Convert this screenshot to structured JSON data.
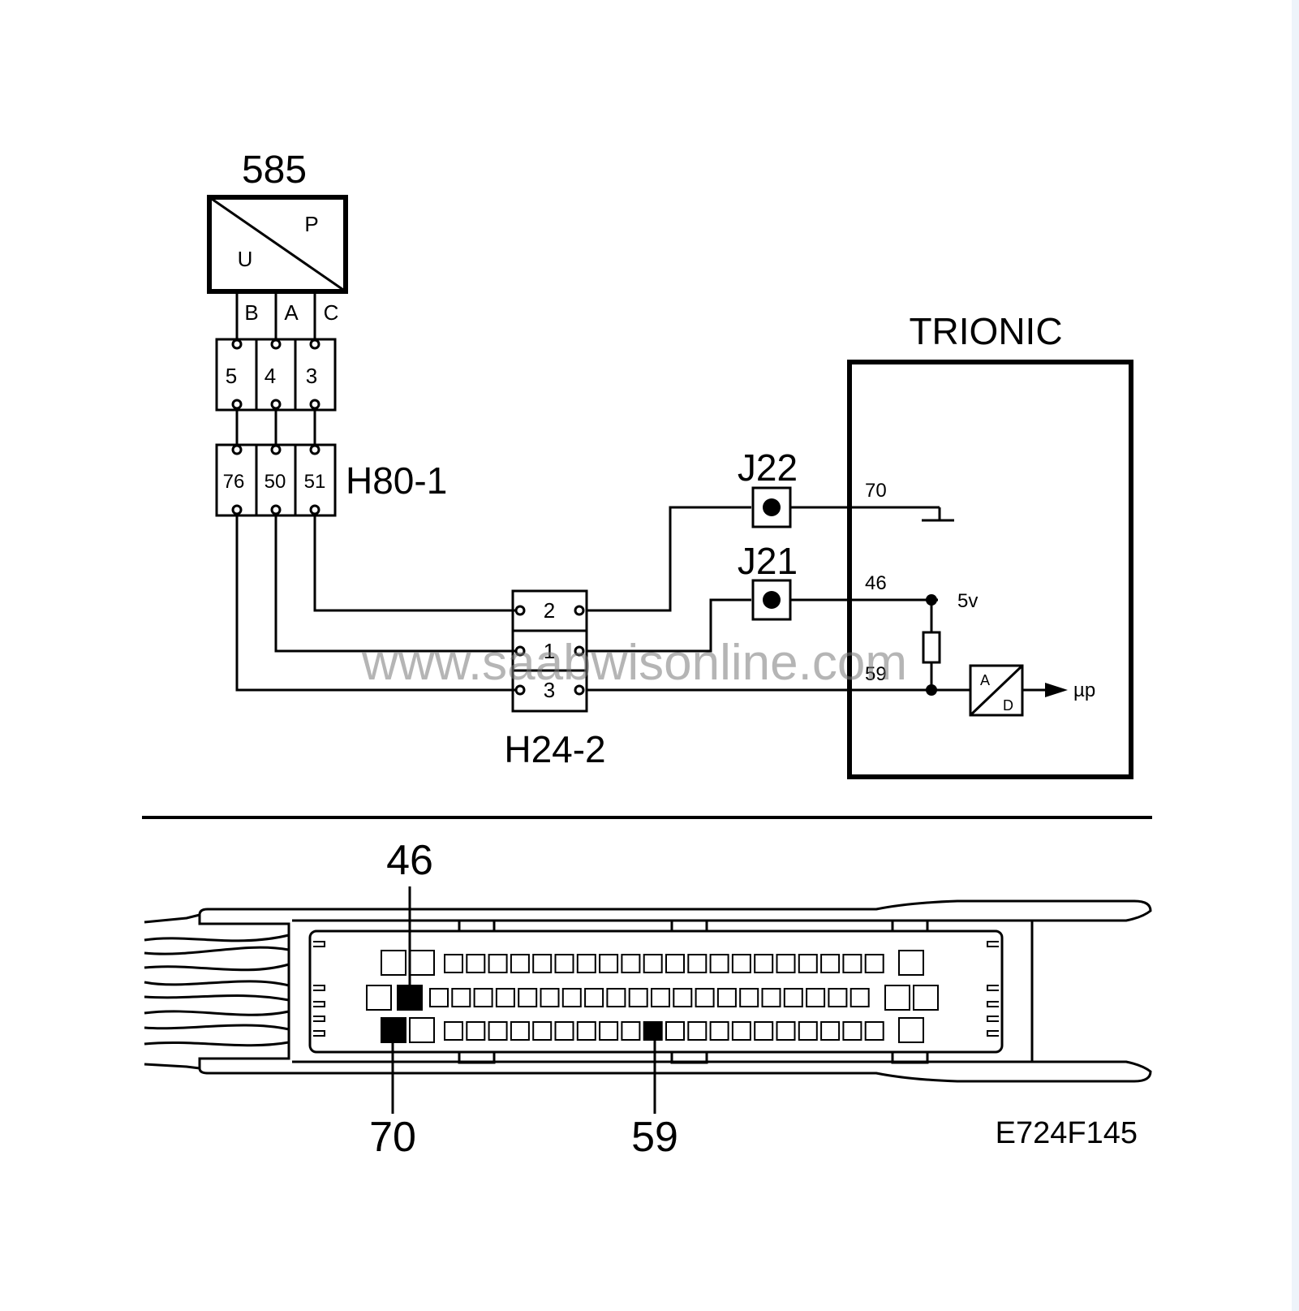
{
  "components": {
    "sensor": {
      "id": "585",
      "label_u": "U",
      "label_p": "P"
    },
    "sensor_pins": [
      "B",
      "A",
      "C"
    ],
    "connector_upper": {
      "pins": [
        "5",
        "4",
        "3"
      ]
    },
    "connector_h80": {
      "id": "H80-1",
      "pins": [
        "76",
        "50",
        "51"
      ]
    },
    "connector_h24": {
      "id": "H24-2",
      "pins": [
        "2",
        "1",
        "3"
      ]
    },
    "junction_j22": {
      "id": "J22"
    },
    "junction_j21": {
      "id": "J21"
    },
    "ecu": {
      "title": "TRIONIC",
      "pin_70": "70",
      "pin_46": "46",
      "pin_59": "59",
      "supply": "5v",
      "converter_a": "A",
      "converter_d": "D",
      "output": "µp"
    }
  },
  "connector_view": {
    "callouts": [
      "46",
      "70",
      "59"
    ]
  },
  "watermark": "www.saabwisonline.com",
  "figure_code": "E724F145"
}
